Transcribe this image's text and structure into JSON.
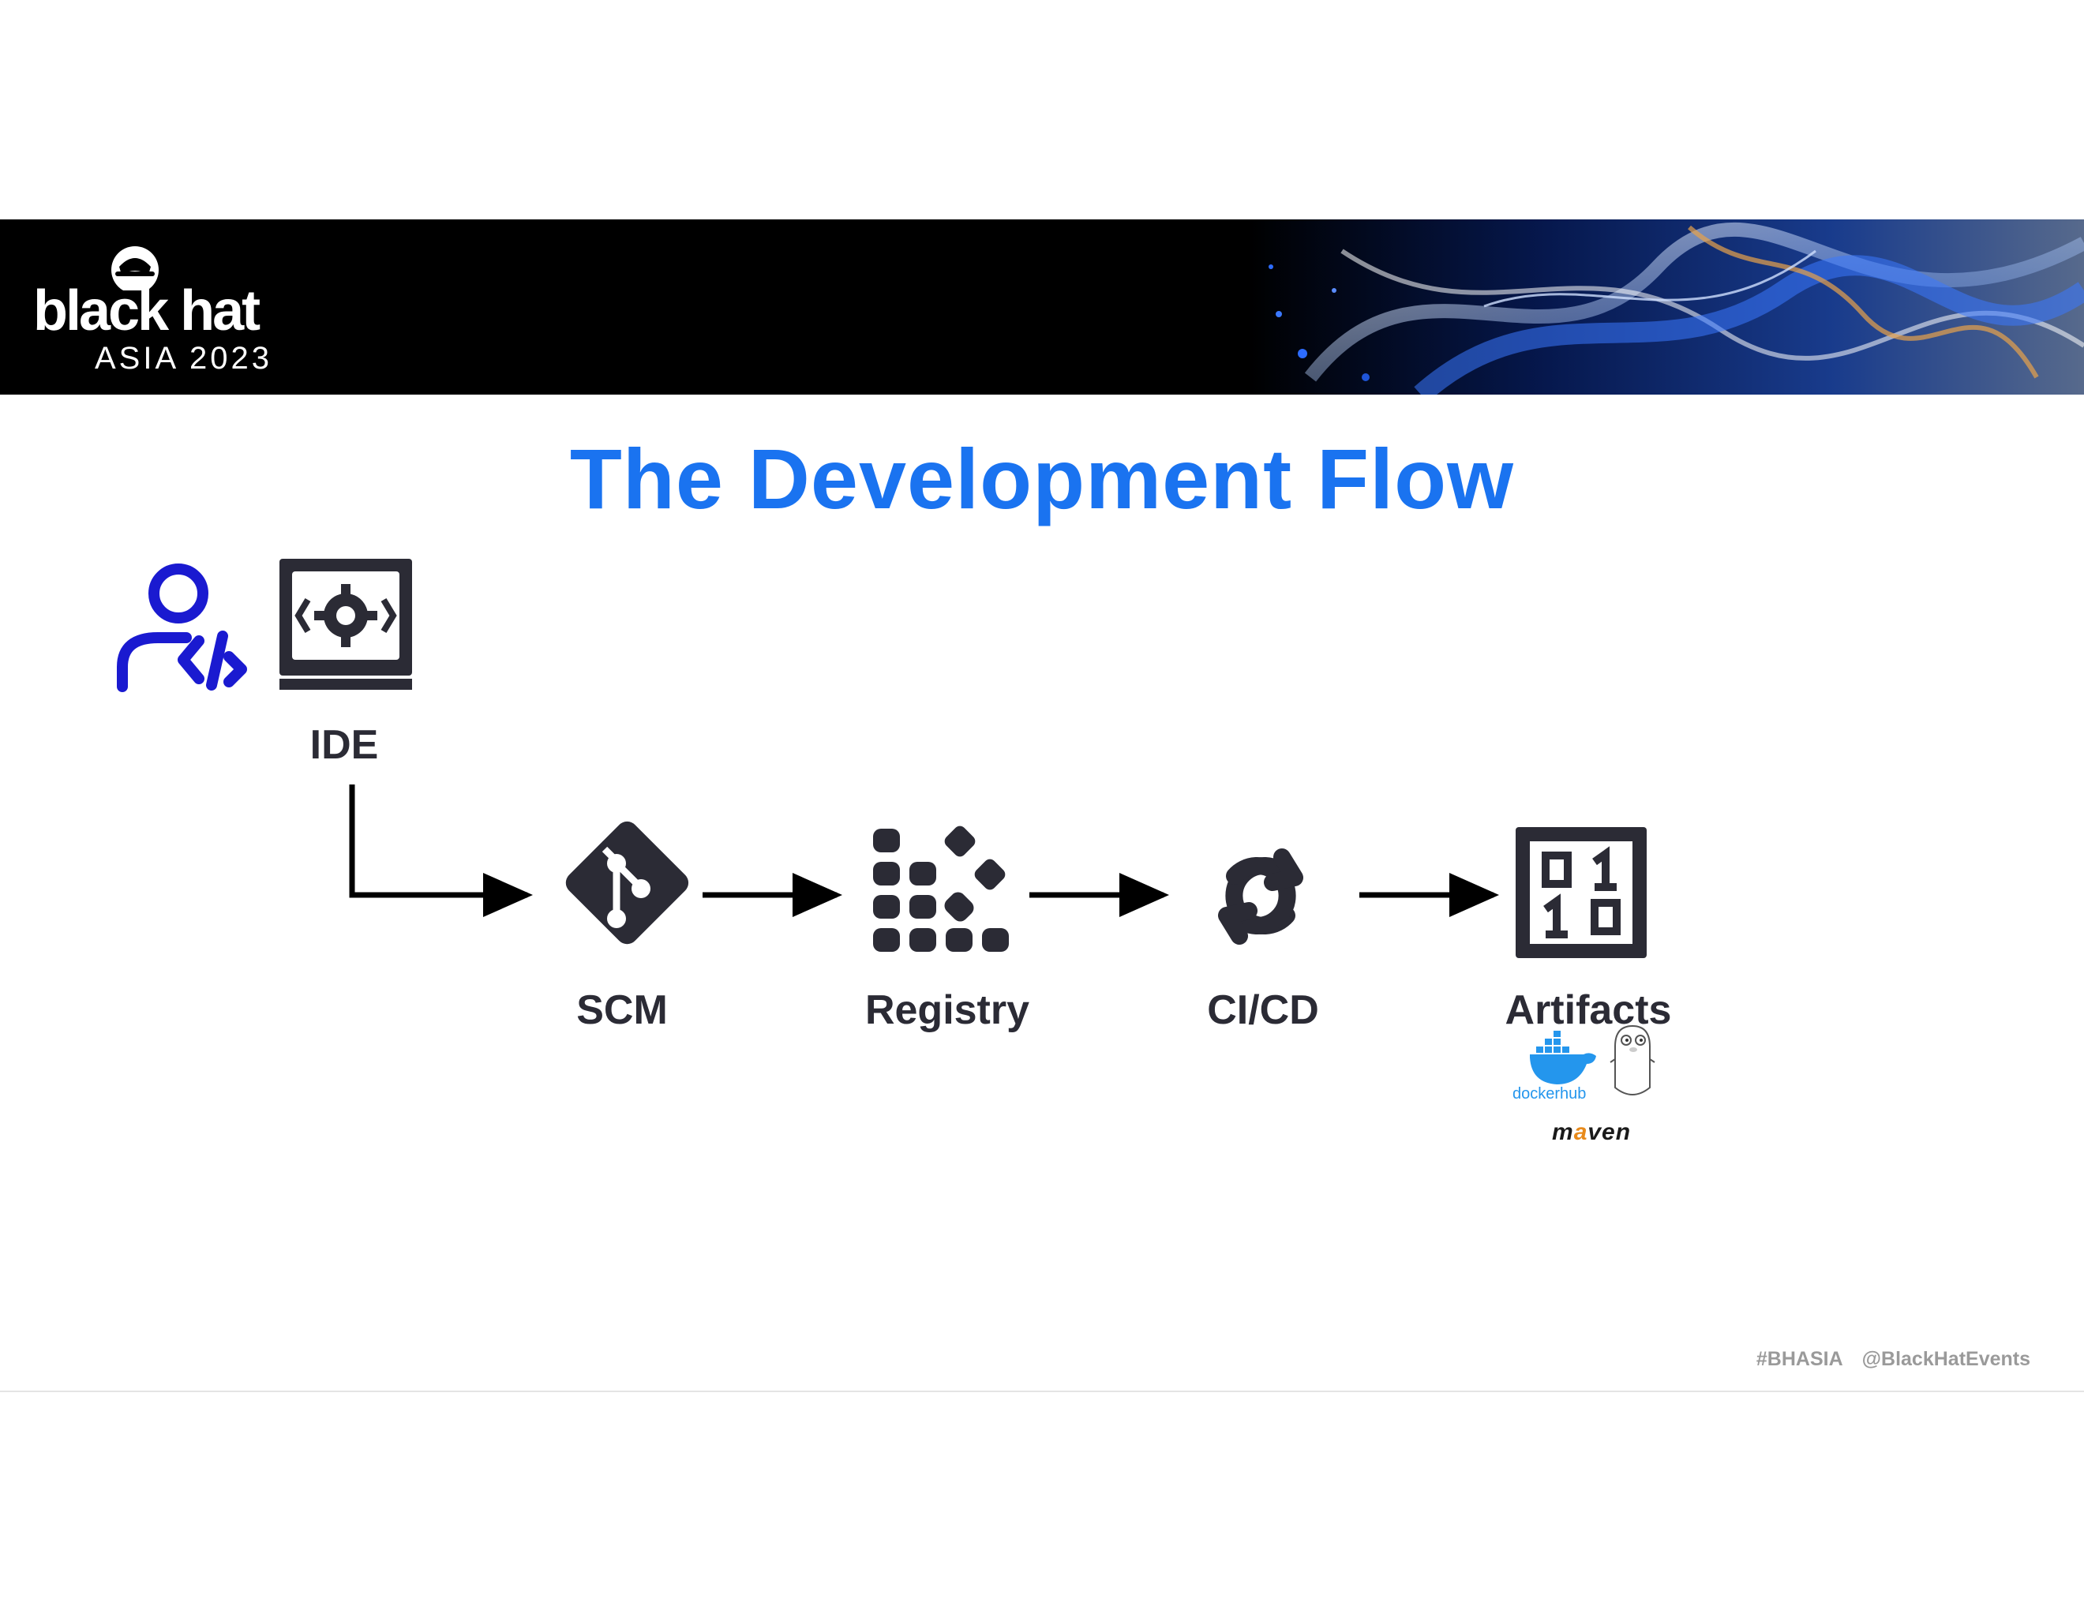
{
  "banner": {
    "logo_main": "black hat",
    "logo_sub": "ASIA 2023"
  },
  "title": "The Development Flow",
  "nodes": [
    {
      "id": "ide",
      "label": "IDE",
      "icon": "ide-gear-icon"
    },
    {
      "id": "scm",
      "label": "SCM",
      "icon": "git-icon"
    },
    {
      "id": "registry",
      "label": "Registry",
      "icon": "registry-dots-icon"
    },
    {
      "id": "cicd",
      "label": "CI/CD",
      "icon": "cycle-arrows-icon"
    },
    {
      "id": "artifacts",
      "label": "Artifacts",
      "icon": "binary-icon"
    }
  ],
  "developer_icon": "developer-code-icon",
  "artifact_examples": {
    "docker": "dockerhub",
    "maven_prefix": "m",
    "maven_accent": "a",
    "maven_suffix": "ven"
  },
  "footer": {
    "hashtag": "#BHASIA",
    "handle": "@BlackHatEvents"
  },
  "colors": {
    "title": "#1a73f0",
    "developer": "#1a1ad0",
    "icon_dark": "#2b2b35"
  }
}
